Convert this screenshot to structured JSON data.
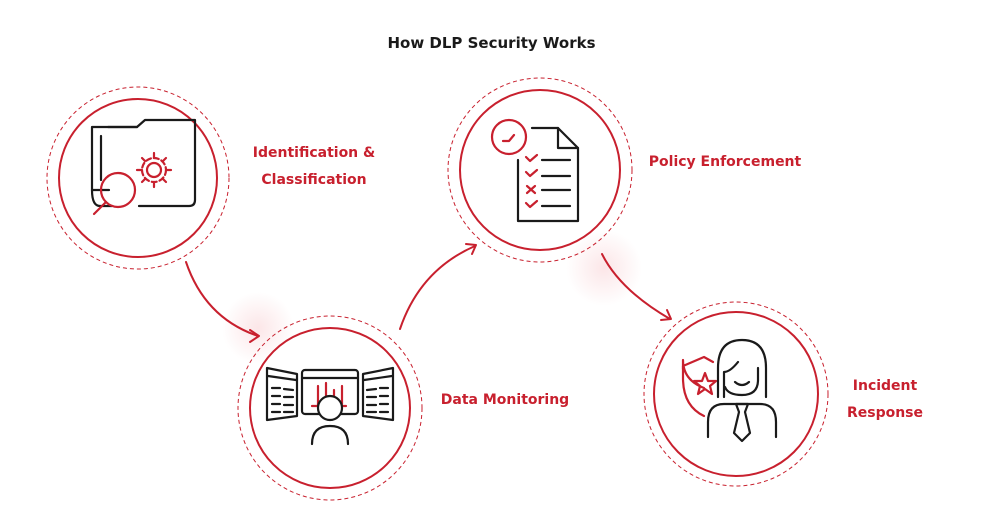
{
  "title": "How DLP Security Works",
  "colors": {
    "accent": "#c8202e",
    "icon_dark": "#1a1a1a",
    "glow": "#fbe3e5"
  },
  "steps": [
    {
      "label_line1": "Identification &",
      "label_line2": "Classification",
      "icon": "folder-search-gear-icon"
    },
    {
      "label_line1": "Data Monitoring",
      "label_line2": "",
      "icon": "monitoring-screens-user-icon"
    },
    {
      "label_line1": "Policy Enforcement",
      "label_line2": "",
      "icon": "clock-checklist-document-icon"
    },
    {
      "label_line1": "Incident",
      "label_line2": "Response",
      "icon": "shield-star-agent-icon"
    }
  ]
}
